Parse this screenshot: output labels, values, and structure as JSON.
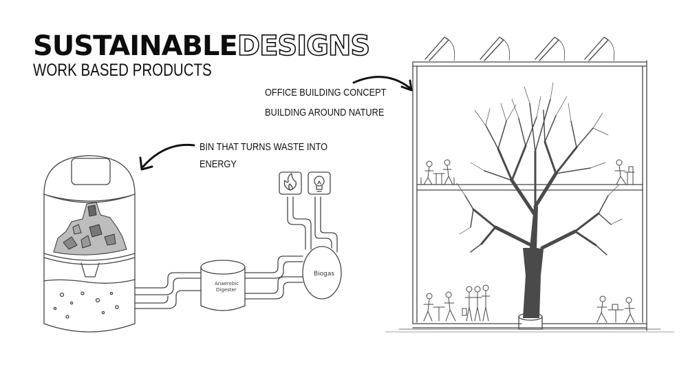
{
  "header": {
    "title_part1": "SUSTAINABLE",
    "title_part2": "DESIGNS",
    "subtitle": "WORK BASED PRODUCTS"
  },
  "office": {
    "caption_line1": "OFFICE BUILDING CONCEPT",
    "caption_line2": "BUILDING AROUND NATURE"
  },
  "bin": {
    "caption_line1": "BIN THAT TURNS WASTE INTO",
    "caption_line2": "ENERGY",
    "digester_label_line1": "Anaerobic",
    "digester_label_line2": "Digester",
    "biogas_label": "Biogas"
  },
  "icons": [
    "fire-icon",
    "lightbulb-icon"
  ],
  "colors": {
    "ink": "#1a1a1a",
    "sketch": "#444444",
    "tree": "#4a4a4a"
  }
}
